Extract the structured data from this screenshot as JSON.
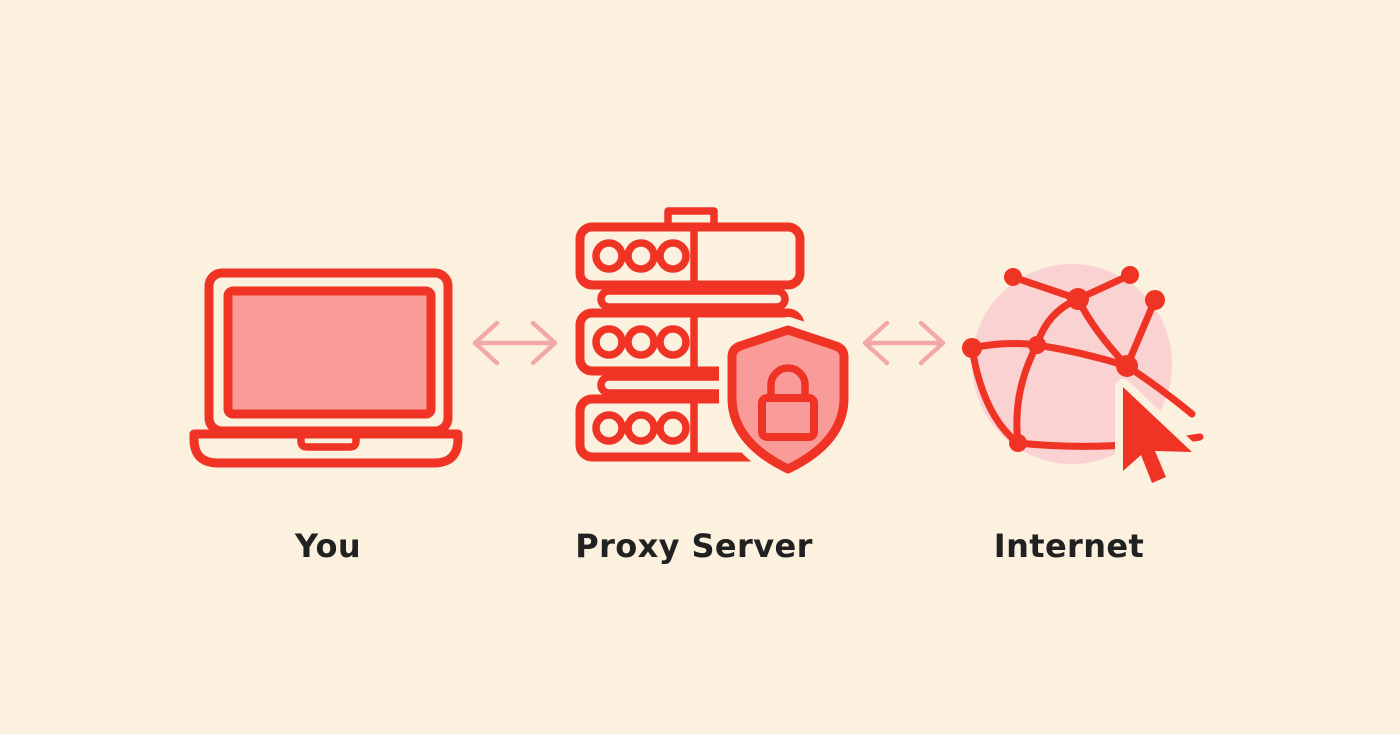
{
  "diagram": {
    "type": "flow",
    "description": "How a proxy server works: user traffic passes through a proxy server before reaching the internet",
    "nodes": [
      {
        "id": "you",
        "label": "You",
        "icon": "laptop-icon"
      },
      {
        "id": "proxy",
        "label": "Proxy Server",
        "icon": "server-rack-icon",
        "badge_icon": "shield-lock-icon"
      },
      {
        "id": "internet",
        "label": "Internet",
        "icon": "globe-network-icon",
        "badge_icon": "cursor-icon"
      }
    ],
    "connections": [
      {
        "from": "you",
        "to": "proxy",
        "type": "bidirectional-arrow"
      },
      {
        "from": "proxy",
        "to": "internet",
        "type": "bidirectional-arrow"
      }
    ]
  },
  "colors": {
    "background": "#FCF1DF",
    "primary_red": "#EF3425",
    "salmon": "#F99C99",
    "light_pink": "#F9D2D1",
    "arrow_pink": "#F3A8A8",
    "label_text": "#212121"
  }
}
